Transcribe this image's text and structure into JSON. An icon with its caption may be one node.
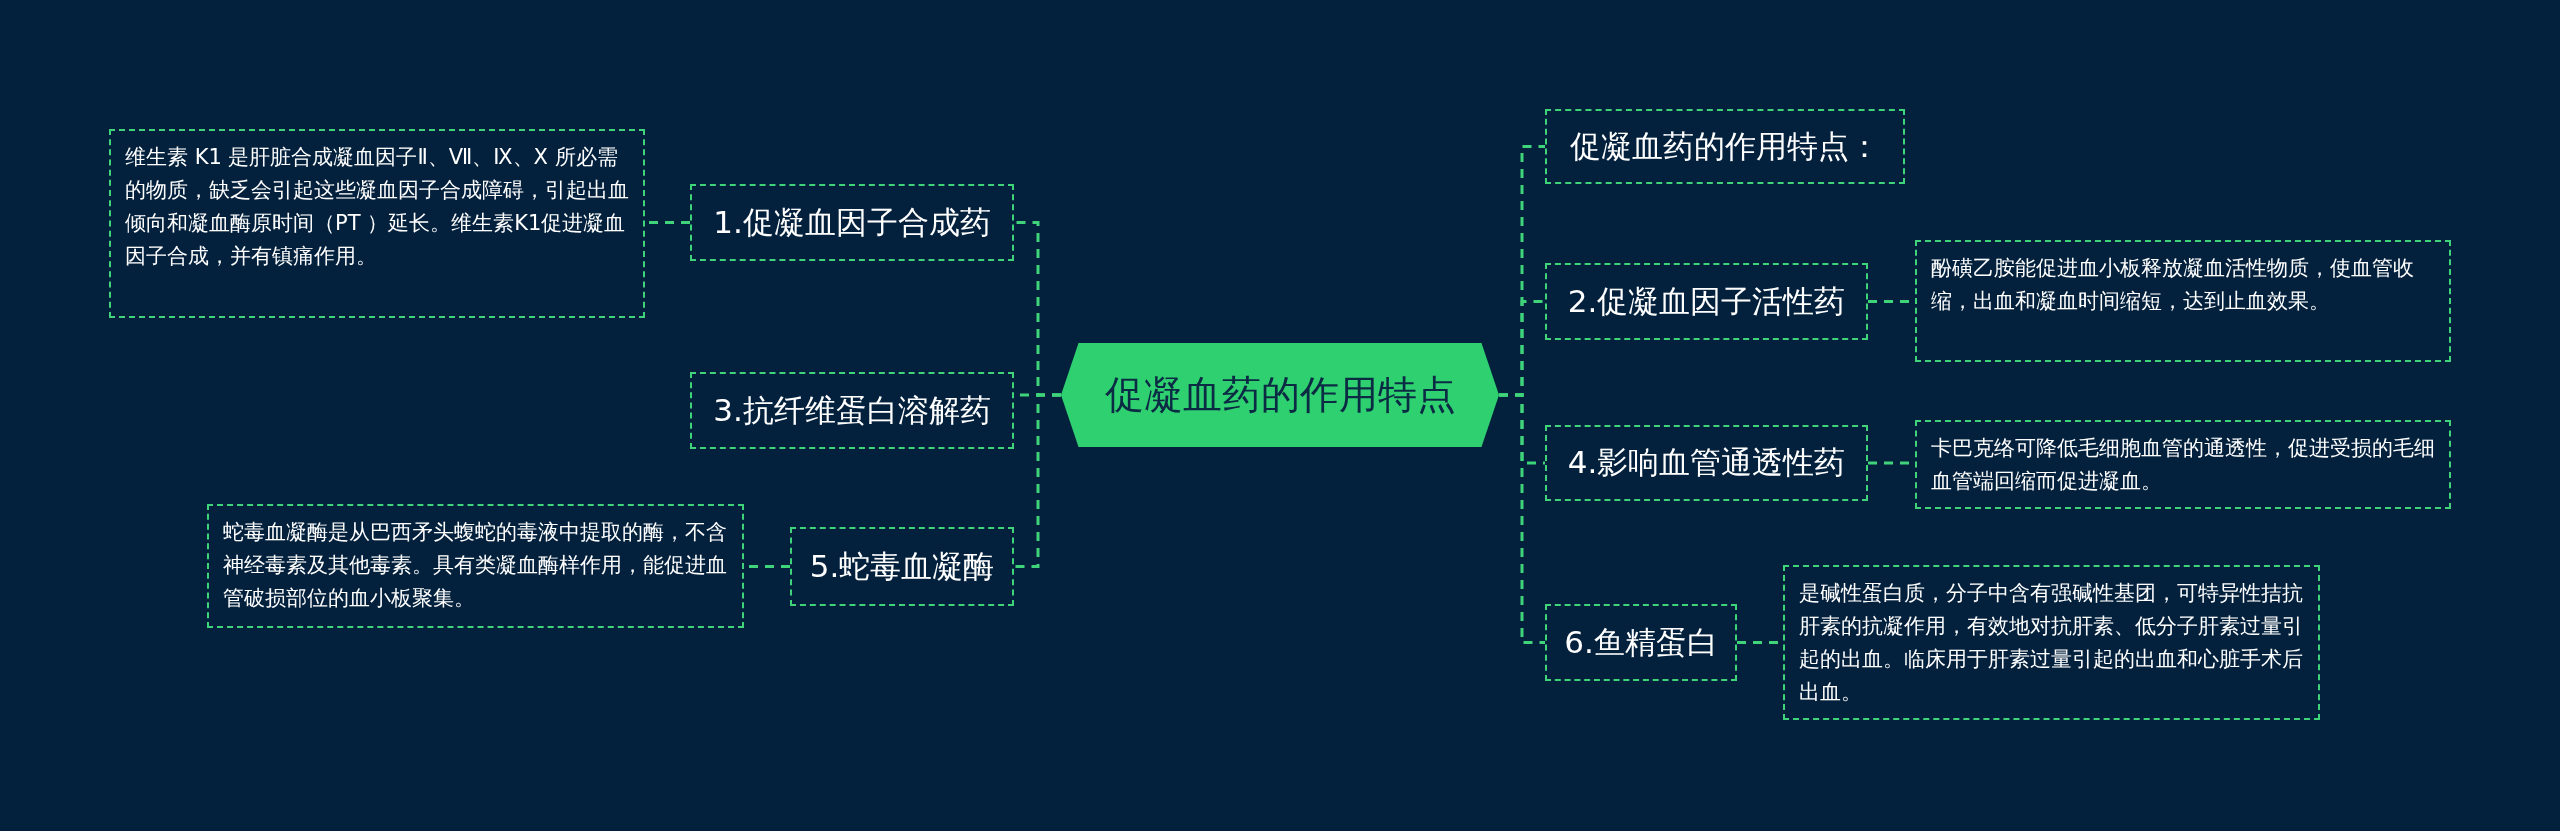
{
  "diagram": {
    "nodes": [
      {
        "text": [
          "促凝血药的作用特点"
        ]
      },
      {
        "text": [
          "1.促凝血因子合成药"
        ]
      },
      {
        "text": [
          "维生素 K1 是肝脏合成凝血因子Ⅱ、Ⅶ、Ⅸ、Ⅹ 所必需的物质，缺乏会引起这些凝血因子合成障碍，引起出血倾向和凝血酶原时间（PT ）延长。维生素K1促进凝血因子合成，并有镇痛作用。"
        ]
      },
      {
        "text": [
          "3.抗纤维蛋白溶解药"
        ]
      },
      {
        "text": [
          "5.蛇毒血凝酶"
        ]
      },
      {
        "text": [
          "蛇毒血凝酶是从巴西矛头蝮蛇的毒液中提取的酶，不含神经毒素及其他毒素。具有类凝血酶样作用，能促进血管破损部位的血小板聚集。"
        ]
      },
      {
        "text": [
          "促凝血药的作用特点："
        ]
      },
      {
        "text": [
          "2.促凝血因子活性药"
        ]
      },
      {
        "text": [
          "酚磺乙胺能促进血小板释放凝血活性物质，使血管收缩，出血和凝血时间缩短，达到止血效果。"
        ]
      },
      {
        "text": [
          "4.影响血管通透性药"
        ]
      },
      {
        "text": [
          "卡巴克络可降低毛细胞血管的通透性，促进受损的毛细血管端回缩而促进凝血。"
        ]
      },
      {
        "text": [
          "6.鱼精蛋白"
        ]
      },
      {
        "text": [
          "是碱性蛋白质，分子中含有强碱性基团，可特异性拮抗肝素的抗凝作用，有效地对抗肝素、低分子肝素过量引起的出血。临床用于肝素过量引起的出血和心脏手术后出血。"
        ]
      }
    ],
    "edges": [
      {
        "from": 0,
        "to": 1,
        "arrow": "none"
      },
      {
        "from": 0,
        "to": 3,
        "arrow": "none"
      },
      {
        "from": 0,
        "to": 4,
        "arrow": "none"
      },
      {
        "from": 0,
        "to": 6,
        "arrow": "none"
      },
      {
        "from": 0,
        "to": 7,
        "arrow": "none"
      },
      {
        "from": 0,
        "to": 9,
        "arrow": "none"
      },
      {
        "from": 0,
        "to": 11,
        "arrow": "none"
      },
      {
        "from": 1,
        "to": 2,
        "arrow": "none"
      },
      {
        "from": 4,
        "to": 5,
        "arrow": "none"
      },
      {
        "from": 7,
        "to": 8,
        "arrow": "none"
      },
      {
        "from": 9,
        "to": 10,
        "arrow": "none"
      },
      {
        "from": 11,
        "to": 12,
        "arrow": "none"
      }
    ]
  }
}
